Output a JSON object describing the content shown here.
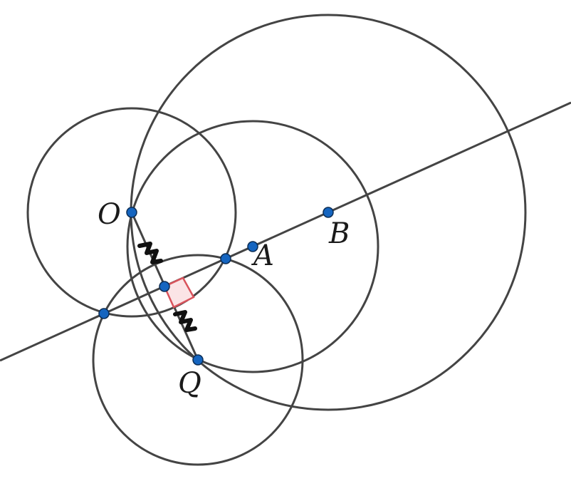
{
  "diagram": {
    "labels": {
      "O": "O",
      "A": "A",
      "B": "B",
      "Q": "Q"
    },
    "colors": {
      "stroke": "#444444",
      "point_fill": "#1565c0",
      "point_stroke": "#0b2d55",
      "right_angle_stroke": "#d9535c",
      "right_angle_fill": "#fbe4e6",
      "tick": "#111111"
    }
  }
}
